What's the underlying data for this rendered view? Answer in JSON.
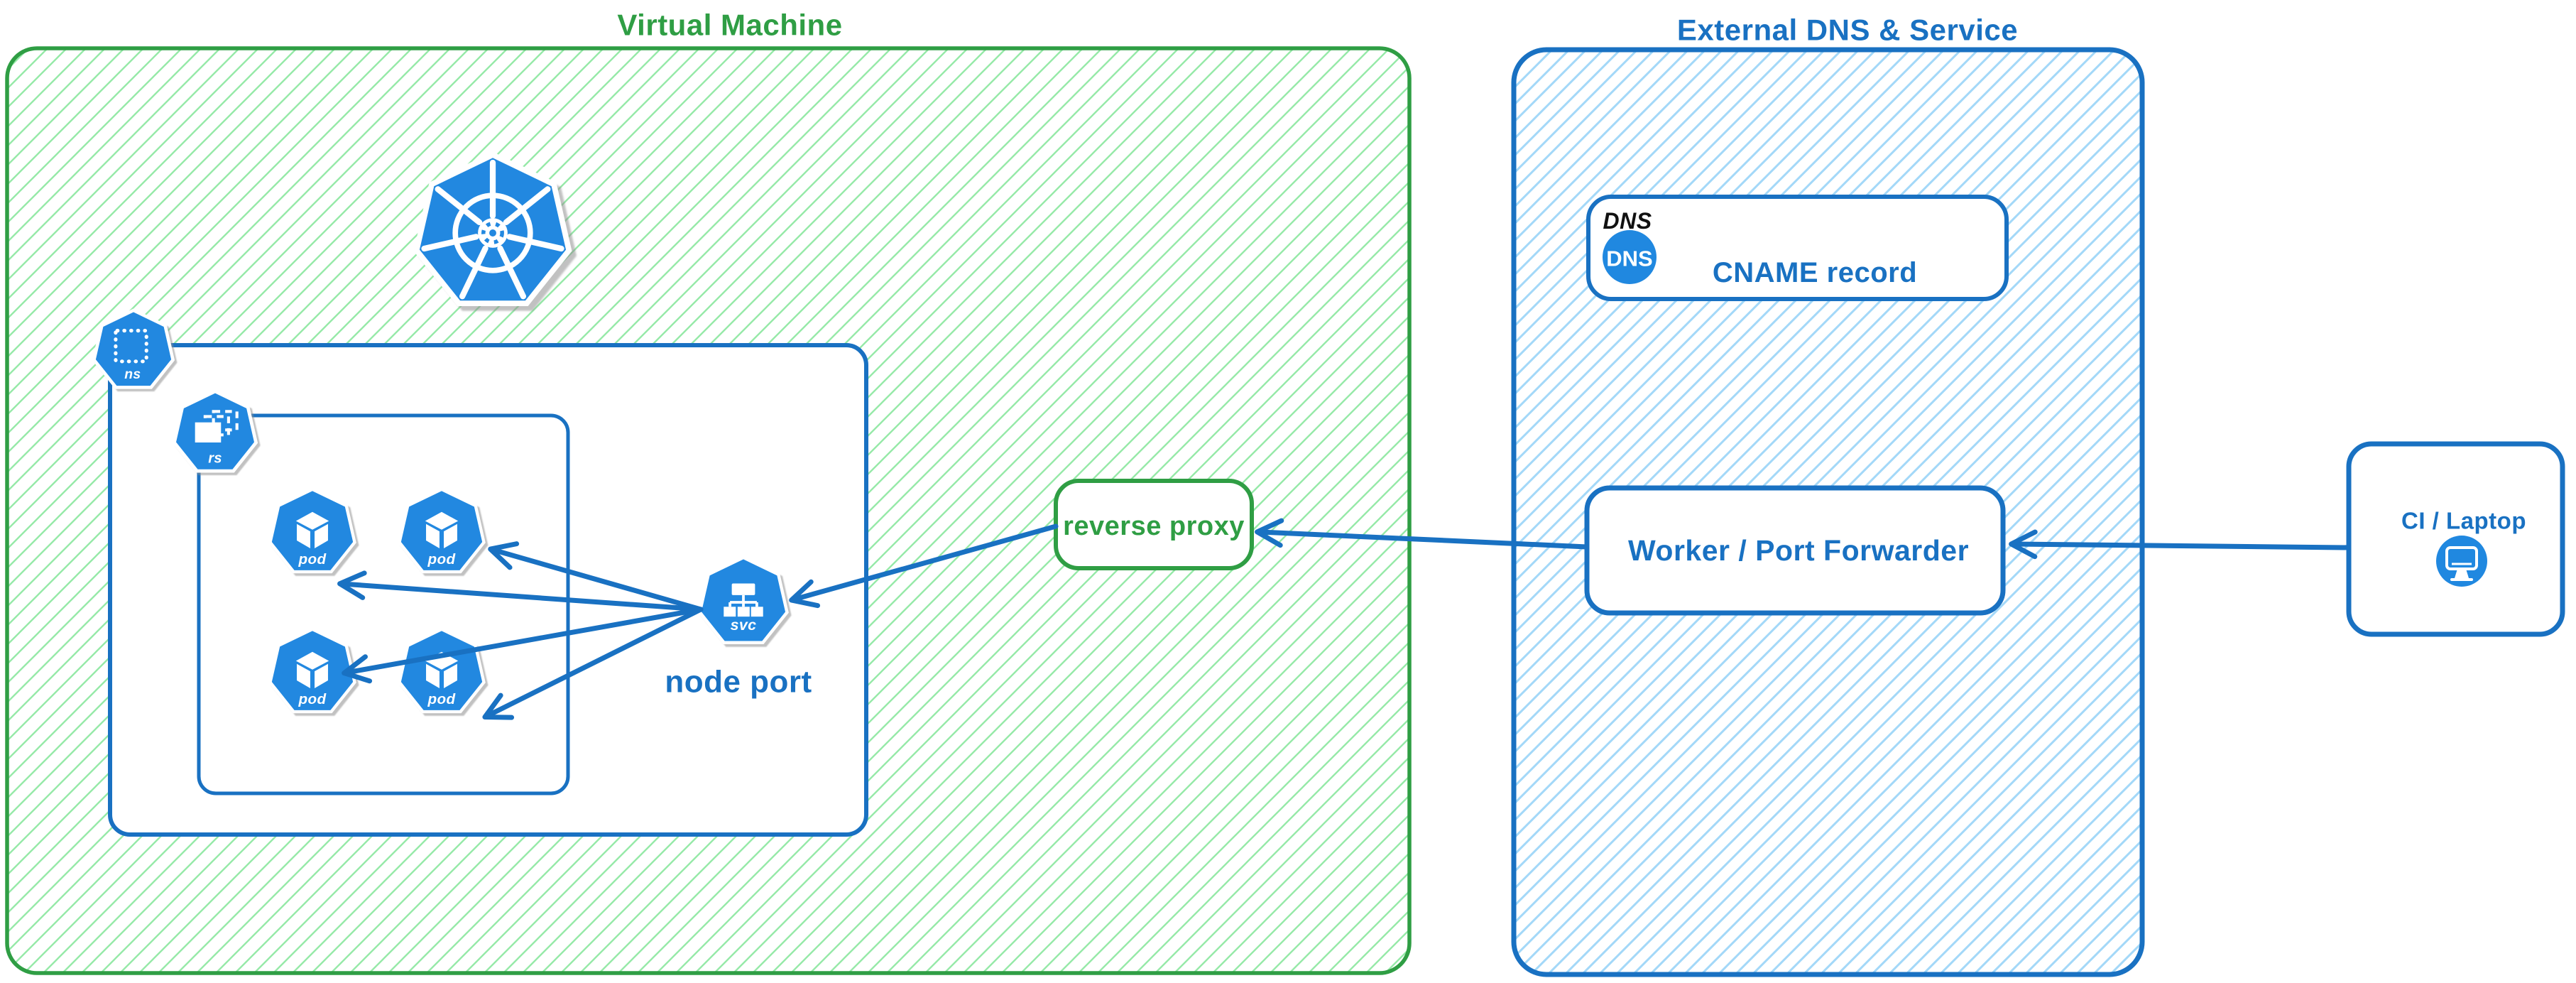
{
  "colors": {
    "green_stroke": "#2f9e44",
    "green_hatch": "#96e9a8",
    "blue_stroke": "#1971c2",
    "blue_hatch": "#a3d8f8",
    "icon_blue": "#2088e0",
    "dns_heading_color": "#111111"
  },
  "vm_section": {
    "title": "Virtual Machine",
    "kubernetes_icon": "kubernetes-logo",
    "namespace_icon_label": "ns",
    "replicaset_icon_label": "rs",
    "pod_icon_label": "pod",
    "service_icon_label": "svc",
    "node_port_label": "node port",
    "pod_count": 4
  },
  "reverse_proxy": {
    "label": "reverse proxy"
  },
  "external_section": {
    "title": "External DNS & Service",
    "dns_heading": "DNS",
    "dns_badge_label": "DNS",
    "cname_label": "CNAME record",
    "worker_label": "Worker / Port Forwarder"
  },
  "client_section": {
    "label": "CI / Laptop"
  }
}
